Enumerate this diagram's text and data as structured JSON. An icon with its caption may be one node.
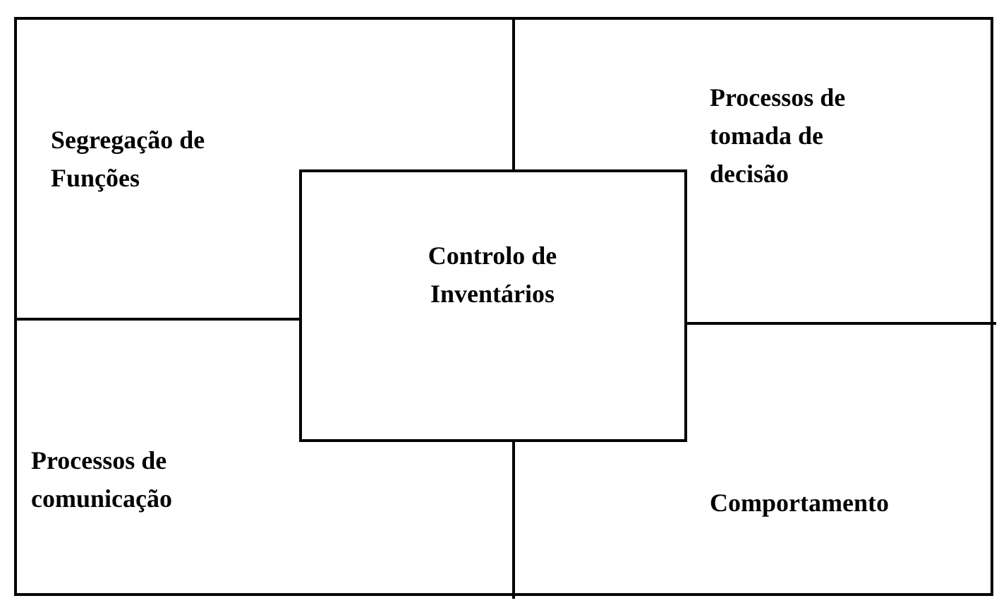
{
  "diagram": {
    "nodes": [
      {
        "text": [],
        "shape": "box"
      },
      {
        "text": [
          "Segregação de Funções"
        ],
        "in": 0
      },
      {
        "text": [
          "Processos de tomada de decisão"
        ],
        "in": 0
      },
      {
        "text": [
          "Controlo de Inventários"
        ],
        "in": 0
      },
      {
        "text": [
          "Processos de comunicação"
        ],
        "in": 0
      },
      {
        "text": [
          "Comportamento"
        ],
        "in": 0
      }
    ]
  }
}
